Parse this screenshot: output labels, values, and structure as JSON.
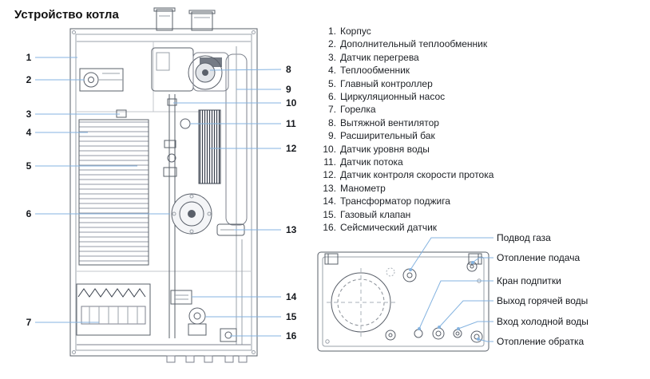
{
  "title": "Устройство котла",
  "legend": [
    {
      "n": "1.",
      "t": "Корпус"
    },
    {
      "n": "2.",
      "t": "Дополнительный теплообменник"
    },
    {
      "n": "3.",
      "t": "Датчик перегрева"
    },
    {
      "n": "4.",
      "t": "Теплообменник"
    },
    {
      "n": "5.",
      "t": "Главный контроллер"
    },
    {
      "n": "6.",
      "t": "Циркуляционный насос"
    },
    {
      "n": "7.",
      "t": "Горелка"
    },
    {
      "n": "8.",
      "t": "Вытяжной вентилятор"
    },
    {
      "n": "9.",
      "t": "Расширительный бак"
    },
    {
      "n": "10.",
      "t": "Датчик уровня воды"
    },
    {
      "n": "11.",
      "t": "Датчик потока"
    },
    {
      "n": "12.",
      "t": "Датчик контроля скорости протока"
    },
    {
      "n": "13.",
      "t": "Манометр"
    },
    {
      "n": "14.",
      "t": "Трансформатор поджига"
    },
    {
      "n": "15.",
      "t": "Газовый клапан"
    },
    {
      "n": "16.",
      "t": "Сейсмический датчик"
    }
  ],
  "callouts": [
    "1",
    "2",
    "3",
    "4",
    "5",
    "6",
    "7",
    "8",
    "9",
    "10",
    "11",
    "12",
    "13",
    "14",
    "15",
    "16"
  ],
  "ports": [
    "Подвод газа",
    "Отопление подача",
    "Кран подпитки",
    "Выход горячей воды",
    "Вход холодной воды",
    "Отопление обратка"
  ],
  "colors": {
    "leader_line": "#84b3e0",
    "drawing_line": "#5a606a",
    "drawing_light": "#9aa0a8",
    "drawing_dark": "#39404c",
    "text": "#15181d",
    "background": "#ffffff"
  }
}
